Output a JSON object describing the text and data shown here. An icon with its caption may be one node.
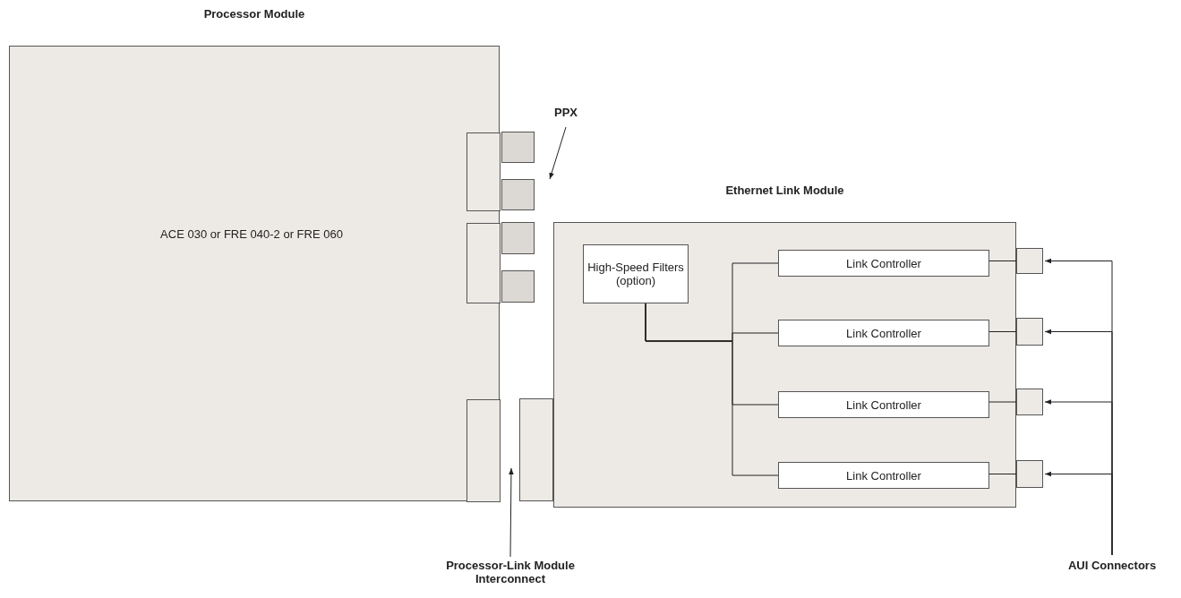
{
  "diagram": {
    "nodes": [
      {
        "text": [
          "Processor Module",
          "ACE 030 or FRE 040-2 or FRE 060"
        ]
      },
      {
        "text": [],
        "shape": "box",
        "in": 0
      },
      {
        "text": [],
        "shape": "box"
      },
      {
        "text": [],
        "shape": "box"
      },
      {
        "text": [],
        "shape": "box",
        "in": 0
      },
      {
        "text": [],
        "shape": "box"
      },
      {
        "text": [],
        "shape": "box"
      },
      {
        "text": [
          "PPX"
        ]
      },
      {
        "text": [],
        "shape": "box",
        "in": 0
      },
      {
        "text": [],
        "shape": "box"
      },
      {
        "text": [
          "Processor-Link Module Interconnect"
        ]
      },
      {
        "text": [
          "Ethernet Link Module"
        ]
      },
      {
        "text": [
          "High-Speed Filters (option)"
        ],
        "in": 11
      },
      {
        "text": [
          "Link Controller"
        ],
        "in": 11
      },
      {
        "text": [
          "Link Controller"
        ],
        "in": 11
      },
      {
        "text": [
          "Link Controller"
        ],
        "in": 11
      },
      {
        "text": [
          "Link Controller"
        ],
        "in": 11
      },
      {
        "text": [],
        "shape": "box"
      },
      {
        "text": [],
        "shape": "box"
      },
      {
        "text": [],
        "shape": "box"
      },
      {
        "text": [],
        "shape": "box"
      },
      {
        "text": [
          "AUI Connectors"
        ]
      }
    ],
    "edges": [
      {
        "from": 7,
        "to": 3,
        "arrow": "to"
      },
      {
        "from": 10,
        "to": 8,
        "arrow": "to"
      },
      {
        "from": 12,
        "to": 13,
        "arrow": "none"
      },
      {
        "from": 12,
        "to": 14,
        "arrow": "none"
      },
      {
        "from": 12,
        "to": 15,
        "arrow": "none"
      },
      {
        "from": 12,
        "to": 16,
        "arrow": "none"
      },
      {
        "from": 13,
        "to": 17,
        "arrow": "none"
      },
      {
        "from": 14,
        "to": 18,
        "arrow": "none"
      },
      {
        "from": 15,
        "to": 19,
        "arrow": "none"
      },
      {
        "from": 16,
        "to": 20,
        "arrow": "none"
      },
      {
        "from": 21,
        "to": 17,
        "arrow": "to"
      },
      {
        "from": 21,
        "to": 18,
        "arrow": "to"
      },
      {
        "from": 21,
        "to": 19,
        "arrow": "to"
      },
      {
        "from": 21,
        "to": 20,
        "arrow": "to"
      }
    ]
  }
}
